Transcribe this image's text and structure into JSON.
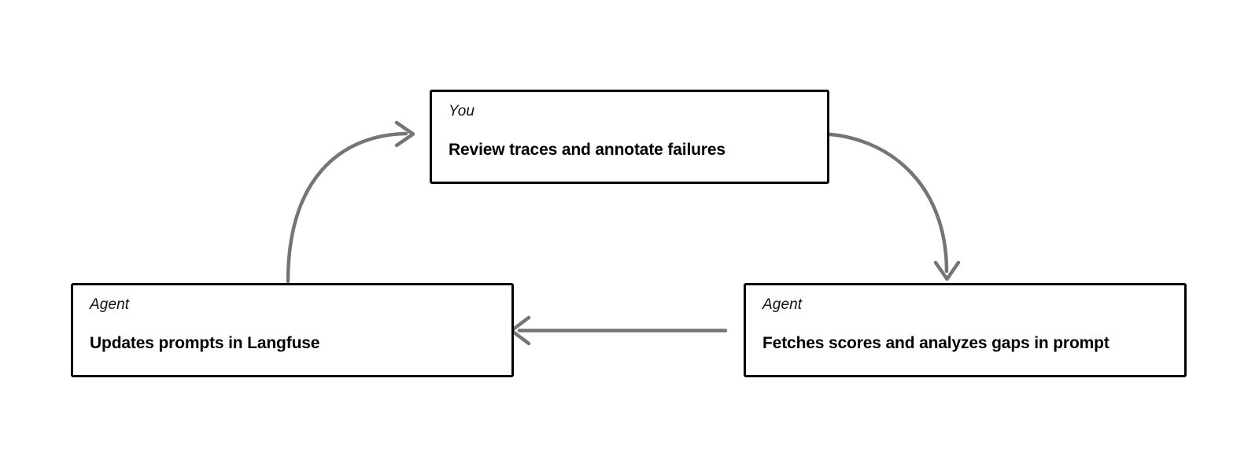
{
  "diagram": {
    "type": "cycle-flow",
    "background_color": "#ffffff",
    "node_border_color": "#000000",
    "arrow_color": "#757575",
    "nodes": [
      {
        "id": "you-review",
        "role": "You",
        "title": "Review traces and annotate failures"
      },
      {
        "id": "agent-fetch",
        "role": "Agent",
        "title": "Fetches scores and analyzes gaps in prompt"
      },
      {
        "id": "agent-update",
        "role": "Agent",
        "title": "Updates prompts in Langfuse"
      }
    ],
    "edges": [
      {
        "id": "you-to-fetch",
        "from": "you-review",
        "to": "agent-fetch",
        "style": "curved",
        "direction": "down-right"
      },
      {
        "id": "fetch-to-update",
        "from": "agent-fetch",
        "to": "agent-update",
        "style": "straight",
        "direction": "left"
      },
      {
        "id": "update-to-you",
        "from": "agent-update",
        "to": "you-review",
        "style": "curved",
        "direction": "up-right"
      }
    ]
  }
}
